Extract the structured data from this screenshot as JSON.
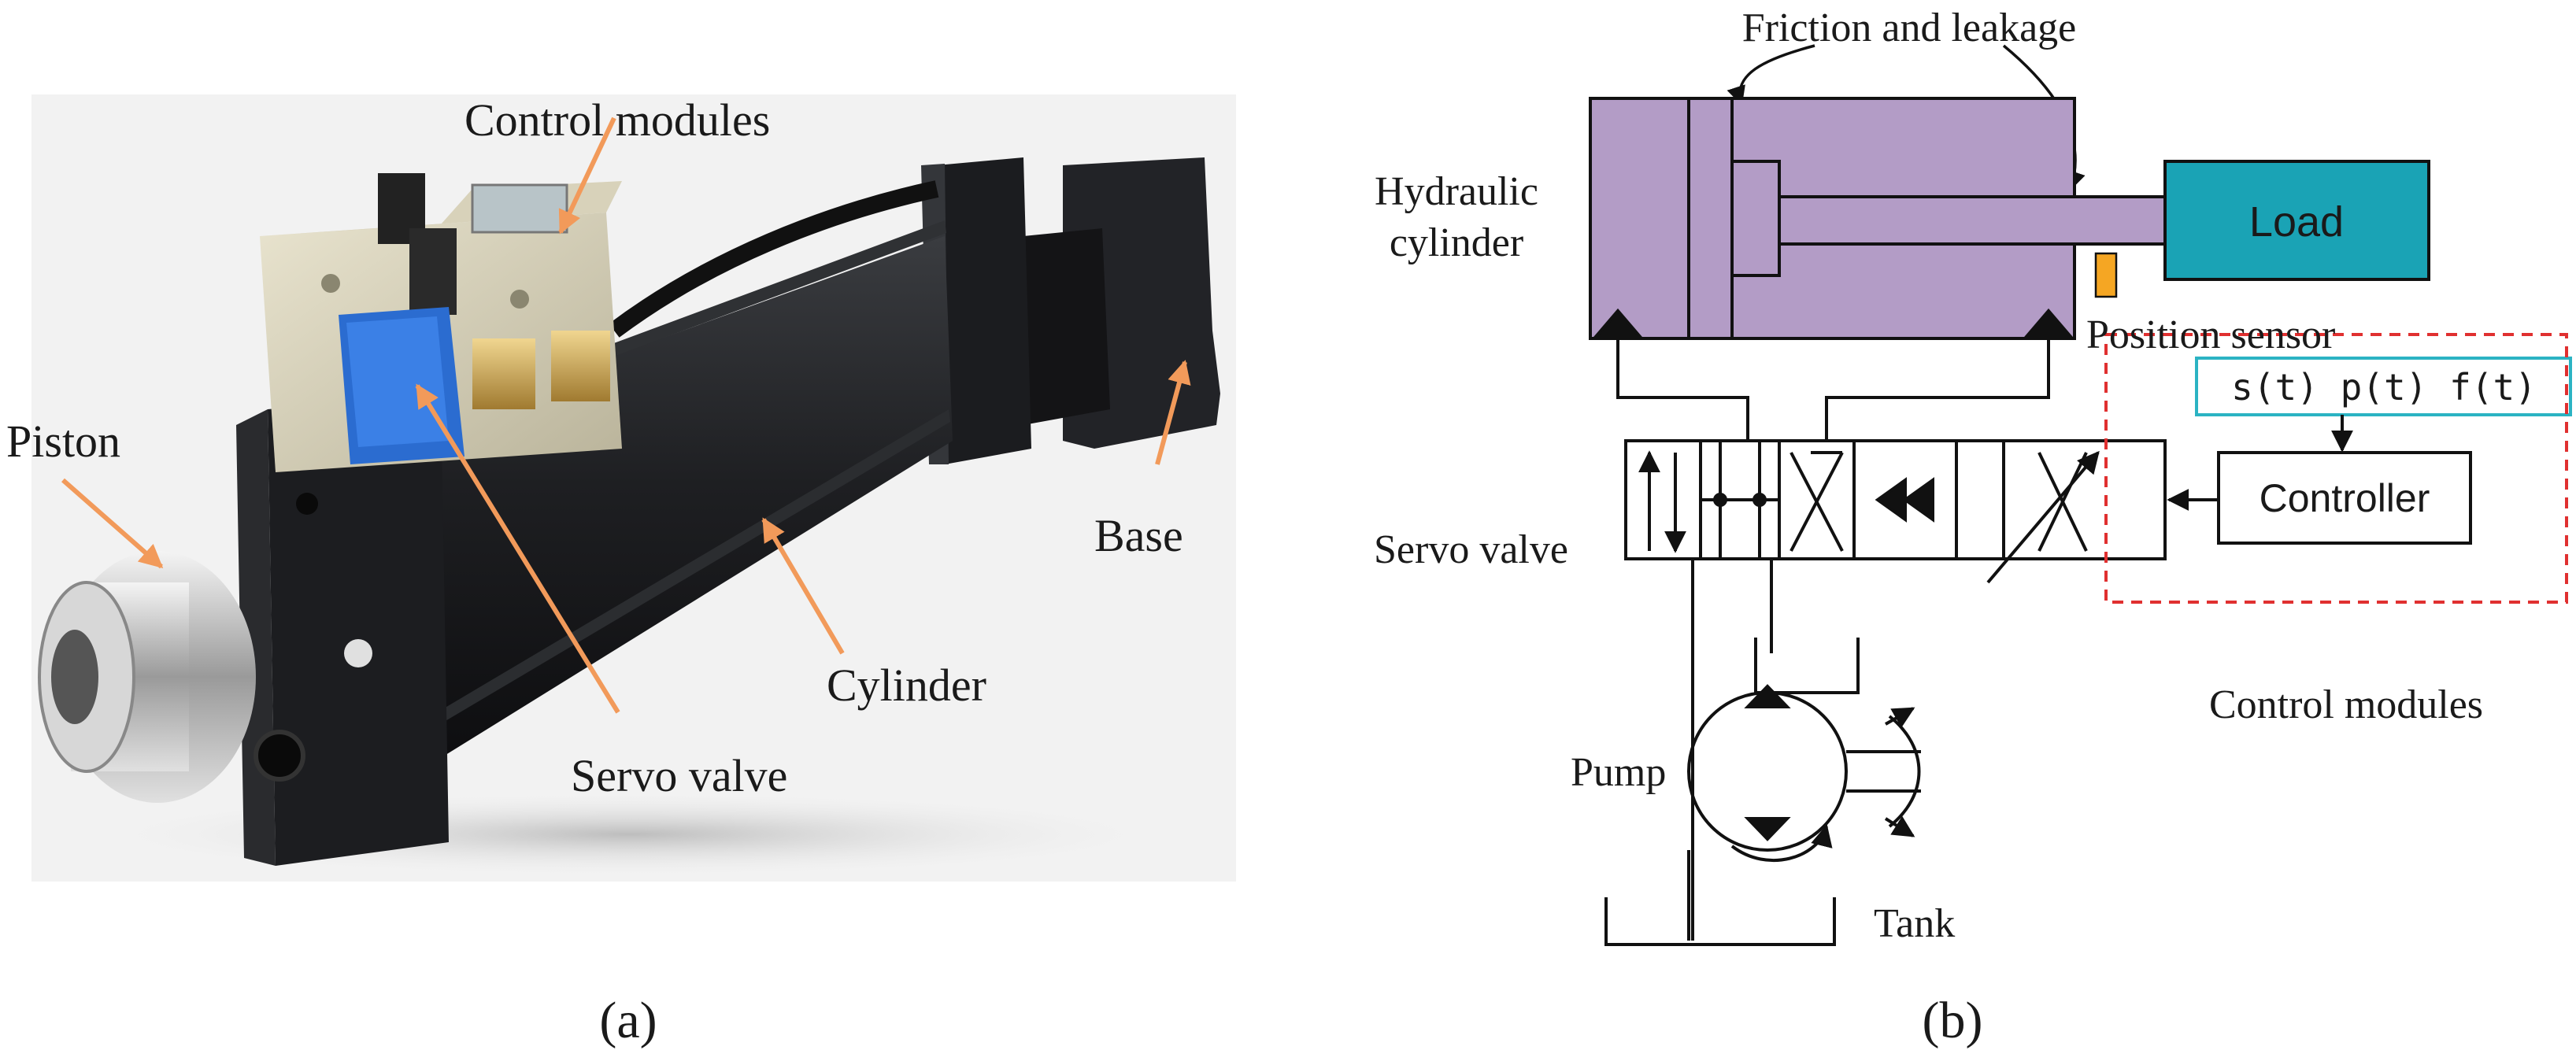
{
  "panel_a": {
    "labels": {
      "control_modules": "Control modules",
      "piston": "Piston",
      "base": "Base",
      "cylinder": "Cylinder",
      "servo_valve": "Servo valve"
    },
    "caption": "(a)"
  },
  "panel_b": {
    "labels": {
      "friction_leakage": "Friction and leakage",
      "hydraulic_line1": "Hydraulic",
      "hydraulic_line2": "cylinder",
      "load": "Load",
      "position_sensor": "Position sensor",
      "servo_valve": "Servo valve",
      "signals": "s(t) p(t) f(t)",
      "controller": "Controller",
      "control_modules": "Control modules",
      "pump": "Pump",
      "tank": "Tank"
    },
    "caption": "(b)"
  },
  "colors": {
    "cylinder_fill": "#b39cc6",
    "load_fill": "#1aa3b5",
    "sensor_fill": "#f5a623",
    "orange_arrow": "#f29a5a",
    "control_box_dash": "#e03030",
    "signal_box_border": "#2bb3c3"
  }
}
